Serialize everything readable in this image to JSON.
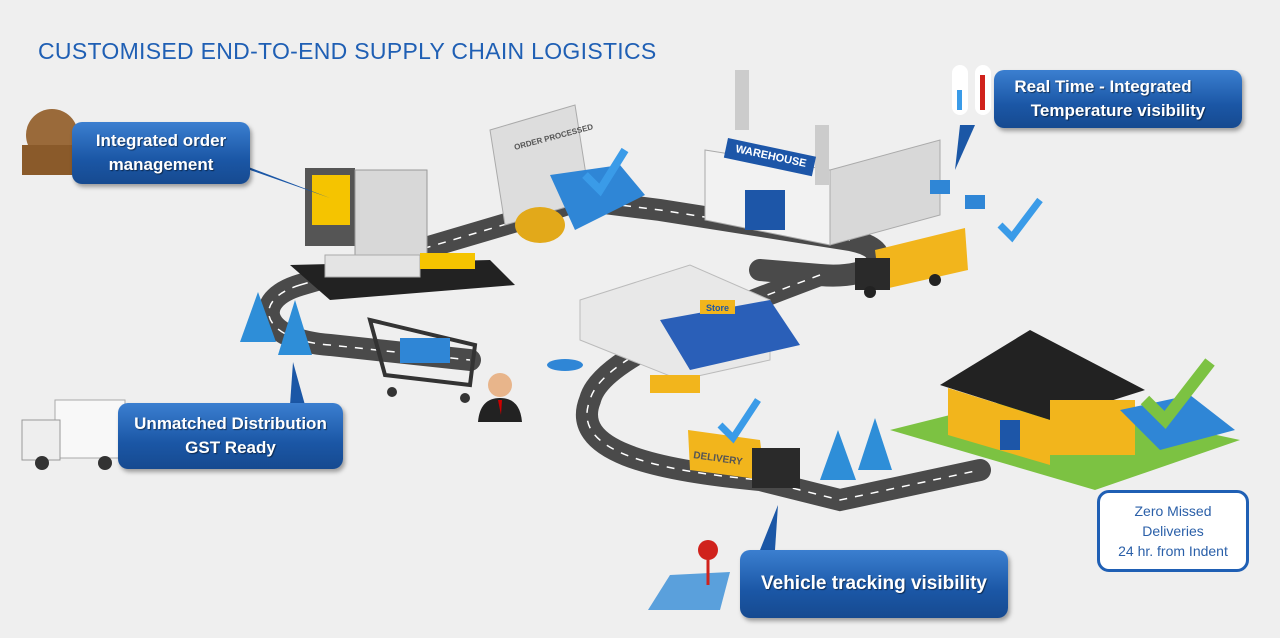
{
  "title": "CUSTOMISED END-TO-END SUPPLY CHAIN LOGISTICS",
  "callouts": {
    "order": {
      "line1": "Integrated order",
      "line2": "management"
    },
    "temperature": {
      "line1": "Real Time - Integrated",
      "line2": "Temperature visibility"
    },
    "distribution": {
      "line1": "Unmatched Distribution",
      "line2": "GST Ready"
    },
    "tracking": {
      "line1": "Vehicle tracking visibility"
    }
  },
  "info_box": {
    "line1": "Zero Missed",
    "line2": "Deliveries",
    "line3": "24 hr. from Indent"
  },
  "illustration_labels": {
    "order_doc": "ORDER PROCESSED",
    "warehouse": "WAREHOUSE",
    "store": "Store",
    "delivery": "DELIVERY"
  },
  "colors": {
    "accent": "#1f5fb4",
    "road": "#4a4a4a",
    "truck": "#f2b51c",
    "box": "#2f86d6",
    "grass": "#7cc242"
  }
}
